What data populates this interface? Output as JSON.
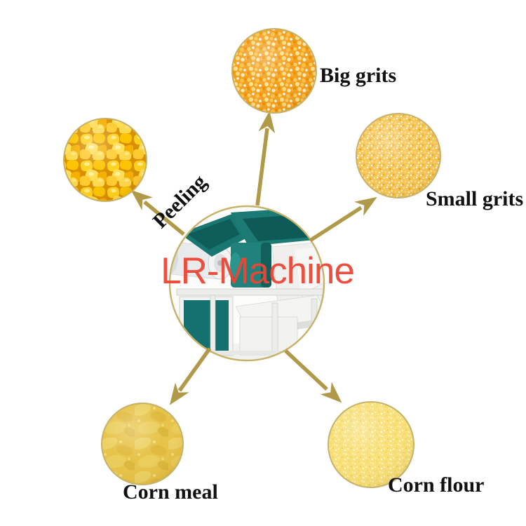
{
  "diagram": {
    "watermark": "LR-Machine",
    "labels": {
      "peeling": "Peeling",
      "big_grits": "Big grits",
      "small_grits": "Small grits",
      "corn_meal": "Corn meal",
      "corn_flour": "Corn flour"
    },
    "products": [
      {
        "name": "corn-kernels",
        "label_key": "peeling"
      },
      {
        "name": "big-grits",
        "label_key": "big_grits"
      },
      {
        "name": "small-grits",
        "label_key": "small_grits"
      },
      {
        "name": "corn-meal",
        "label_key": "corn_meal"
      },
      {
        "name": "corn-flour",
        "label_key": "corn_flour"
      }
    ],
    "colors": {
      "background": "#ffffff",
      "arrow": "#b09a4a",
      "circle_border": "#c6b26a",
      "watermark": "#ee4434",
      "machine_teal": "#17726e",
      "label_text": "#111111"
    }
  }
}
